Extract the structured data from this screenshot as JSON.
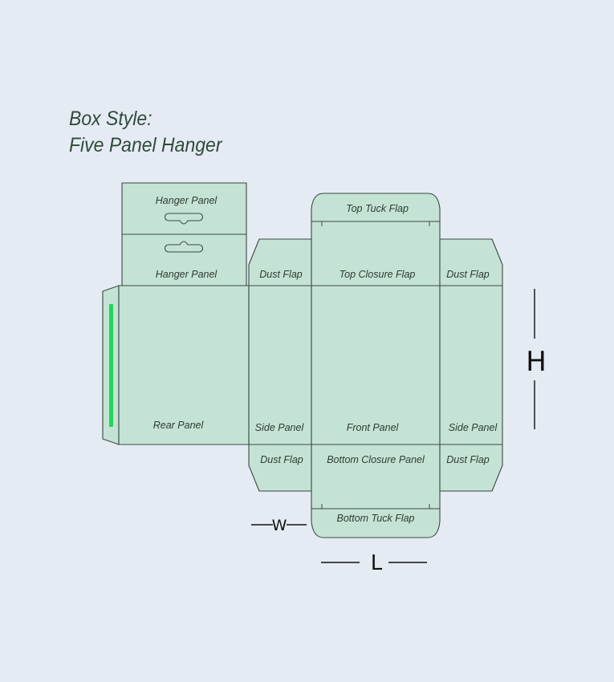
{
  "title": {
    "line1": "Box Style:",
    "line2": "Five Panel Hanger"
  },
  "colors": {
    "background": "#e5ebf3",
    "panel_fill": "#c5e3d4",
    "panel_stroke": "#3a4a42",
    "glue_strip": "#1ed65a",
    "dimension_line": "#111111"
  },
  "panels": {
    "hanger_panel_top": "Hanger Panel",
    "hanger_panel_bottom": "Hanger Panel",
    "rear_panel": "Rear Panel",
    "dust_flap_top_left": "Dust Flap",
    "side_panel_left": "Side Panel",
    "dust_flap_bottom_left": "Dust Flap",
    "top_tuck_flap": "Top Tuck Flap",
    "top_closure_flap": "Top Closure Flap",
    "front_panel": "Front Panel",
    "bottom_closure_panel": "Bottom Closure Panel",
    "bottom_tuck_flap": "Bottom Tuck Flap",
    "dust_flap_top_right": "Dust Flap",
    "side_panel_right": "Side Panel",
    "dust_flap_bottom_right": "Dust Flap"
  },
  "dimensions": {
    "width": "W",
    "length": "L",
    "height": "H"
  }
}
